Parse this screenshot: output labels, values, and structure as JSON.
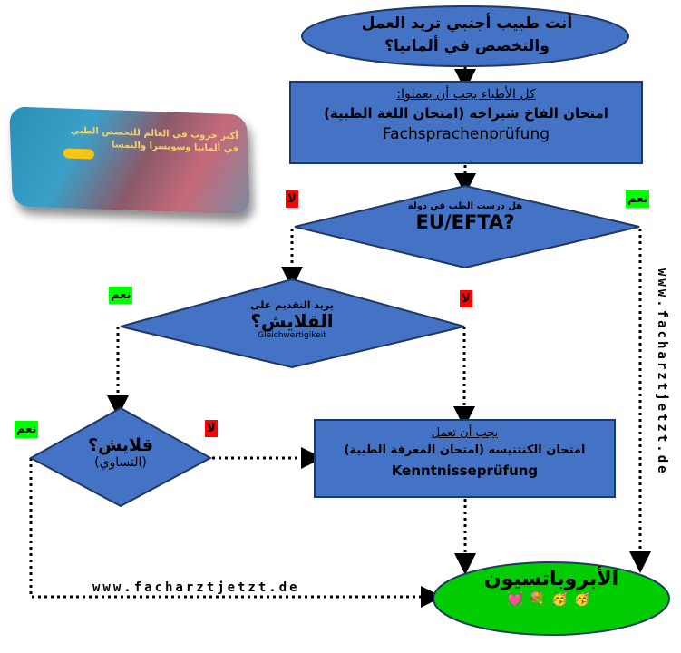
{
  "start": {
    "line1": "أنت طبيب أجنبي تريد العمل",
    "line2": "والتخصص في ألمانيا؟"
  },
  "step1": {
    "heading": "كل الأطباء يجب أن يعملوا:",
    "line1": "امتحان الفاخ شبراخه (امتحان اللغة الطبية)",
    "line2": "Fachsprachenprüfung"
  },
  "decision1": {
    "line1": "هل درست الطب في دولة",
    "line2": "EU/EFTA?",
    "yes": "نعم",
    "no": "لا"
  },
  "decision2": {
    "line1": "يريد التقديم على",
    "line2": "القلايش؟",
    "line3": "Gleichwertigikeit",
    "yes": "نعم",
    "no": "لا"
  },
  "decision3": {
    "line1": "قلايش؟",
    "line2": "(التساوي)",
    "yes": "نعم",
    "no": "لا"
  },
  "step2": {
    "heading": "يجب أن تعمل",
    "line1": "امتحان الكنتنيسه (امتحان المعرفة الطبية)",
    "line2": "Kenntnisseprüfung"
  },
  "end": {
    "label": "الأبروباتسيون",
    "emojis": "💓💐🥳🥳"
  },
  "banner": {
    "text": "أكبر جروب في العالم للتخصص الطبي في ألمانيا وسويسرا والنمسا"
  },
  "watermark": {
    "vertical": "www.facharztjetzt.de",
    "bottom": "www.facharztjetzt.de"
  },
  "colors": {
    "shape": "#4472c4",
    "border": "#1f3864",
    "end": "#00cc00",
    "yes": "#00ff00",
    "no": "#ff0000"
  }
}
